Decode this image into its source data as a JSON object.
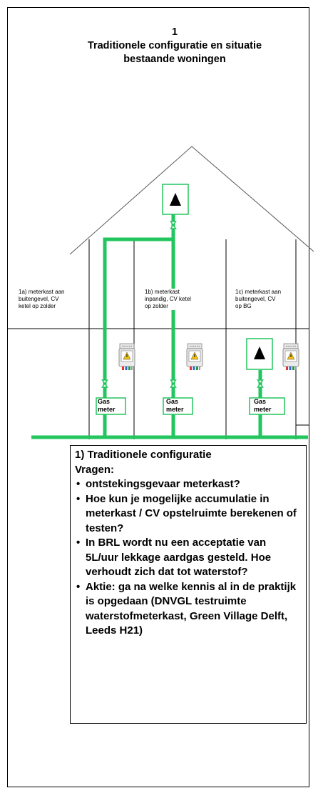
{
  "title": {
    "number": "1",
    "line1": "Traditionele configuratie en situatie",
    "line2": "bestaande woningen"
  },
  "diagram": {
    "pipe_color": "#22c55e",
    "notes": [
      {
        "line1": "1a) meterkast aan",
        "line2": "buitengevel, CV",
        "line3": "ketel op zolder"
      },
      {
        "line1": "1b) meterkast",
        "line2": "inpandig, CV ketel",
        "line3": "op zolder"
      },
      {
        "line1": "1c) meterkast aan",
        "line2": "buitengevel, CV",
        "line3": "op BG"
      }
    ],
    "meter_label": {
      "line1": "Gas",
      "line2": "meter"
    },
    "icons": [
      "boiler-triangle-icon",
      "valve-icon",
      "electricity-meter-icon"
    ]
  },
  "textbox": {
    "heading": "1) Traditionele configuratie",
    "subheading": "Vragen:",
    "items": [
      "ontstekingsgevaar meterkast?",
      "Hoe kun je mogelijke accumulatie in meterkast / CV opstelruimte berekenen of testen?",
      "In BRL wordt nu een acceptatie van 5L/uur lekkage  aardgas gesteld. Hoe verhoudt zich dat tot waterstof?",
      "Aktie: ga na welke kennis al in de praktijk is opgedaan (DNVGL testruimte waterstofmeterkast, Green Village Delft, Leeds H21)"
    ]
  }
}
